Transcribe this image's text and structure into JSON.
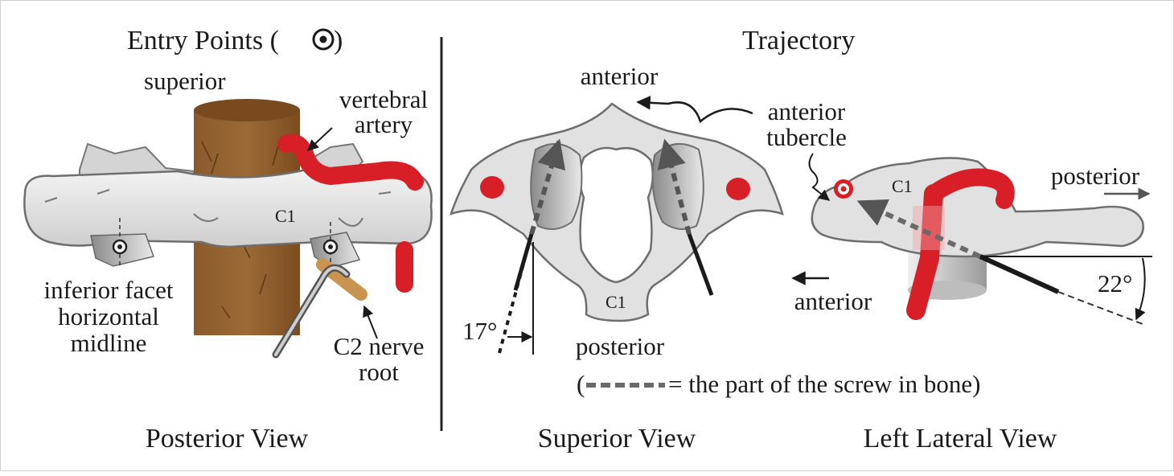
{
  "header": {
    "entry_points_title": "Entry Points (",
    "entry_points_title_close": ")",
    "trajectory_title": "Trajectory"
  },
  "posterior_panel": {
    "superior": "superior",
    "vertebral_artery_line1": "vertebral",
    "vertebral_artery_line2": "artery",
    "c1": "C1",
    "inferior_facet_line1": "inferior facet",
    "inferior_facet_line2": "horizontal",
    "inferior_facet_line3": "midline",
    "c2_line1": "C2 nerve",
    "c2_line2": "root",
    "view_label": "Posterior View"
  },
  "superior_panel": {
    "anterior": "anterior",
    "anterior_tubercle_line1": "anterior",
    "anterior_tubercle_line2": "tubercle",
    "c1": "C1",
    "posterior": "posterior",
    "angle": "17°",
    "view_label": "Superior View"
  },
  "lateral_panel": {
    "c1": "C1",
    "posterior": "posterior",
    "anterior": "anterior",
    "angle": "22°",
    "view_label": "Left Lateral View"
  },
  "legend": {
    "open_paren": "(",
    "text": "= the part of the screw in bone)"
  },
  "colors": {
    "bone": "#e1e1e1",
    "bone_stroke": "#6e6e6e",
    "artery": "#d81e27",
    "dura": "#8a5a2b",
    "dura_top": "#7a4a1f",
    "nerve": "#c9944e",
    "screw_dark": "#1a1a1a",
    "screw_dash": "#5a5a5a"
  }
}
